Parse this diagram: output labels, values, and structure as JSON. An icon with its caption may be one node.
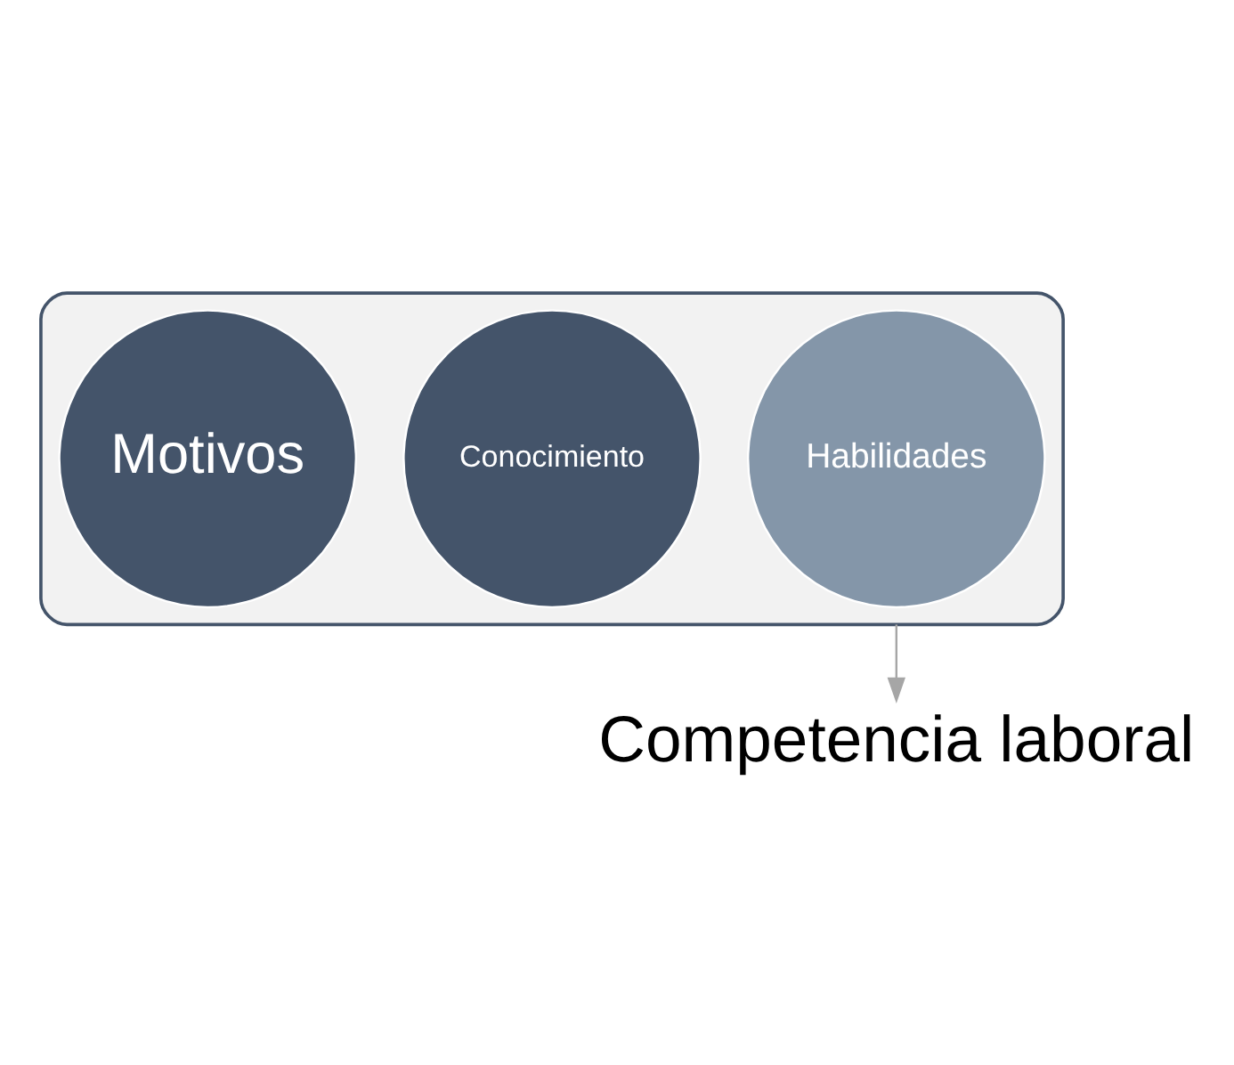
{
  "diagram": {
    "nodes": [
      {
        "text": [],
        "shape": "funnel"
      },
      {
        "text": [
          "Motivos"
        ],
        "in": 0
      },
      {
        "text": [
          "Conocimiento"
        ],
        "in": 0
      },
      {
        "text": [
          "Habilidades"
        ],
        "in": 0
      },
      {
        "text": [
          "Competencia laboral"
        ]
      }
    ],
    "edges": [
      {
        "from": 0,
        "to": 4,
        "arrow": "to",
        "color": "#a6a6a6"
      }
    ]
  }
}
